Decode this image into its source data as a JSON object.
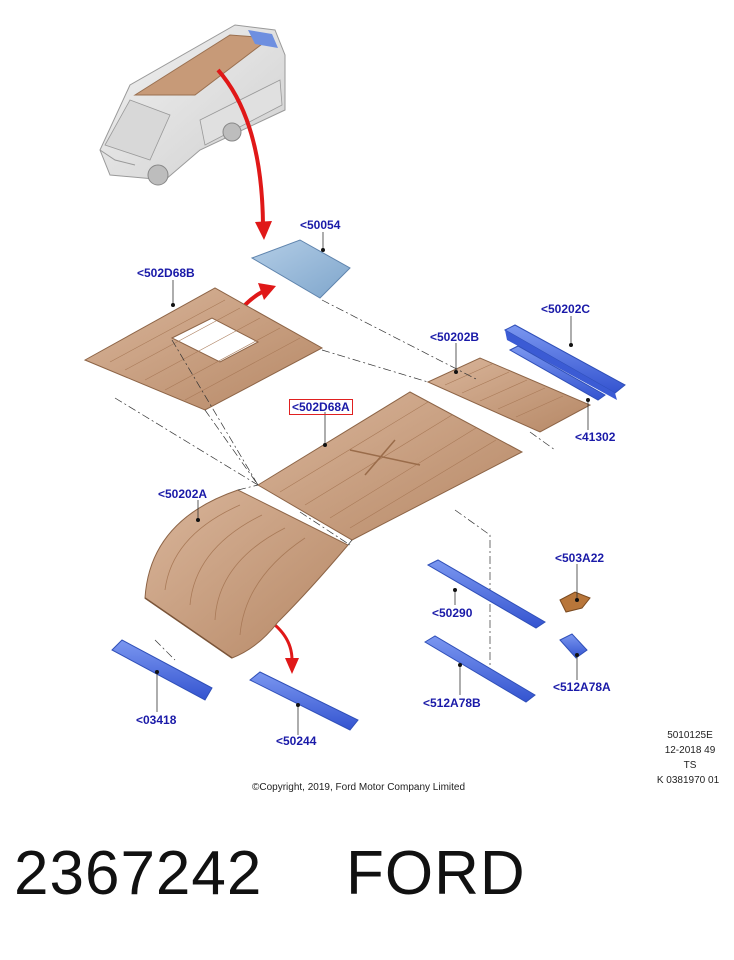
{
  "callouts": {
    "c50054": "<50054",
    "c502D68B": "<502D68B",
    "c50202C": "<50202C",
    "c50202B": "<50202B",
    "c502D68A": "<502D68A",
    "c41302": "<41302",
    "c50202A": "<50202A",
    "c503A22": "<503A22",
    "c50290": "<50290",
    "c512A78A": "<512A78A",
    "c512A78B": "<512A78B",
    "c03418": "<03418",
    "c50244": "<50244"
  },
  "copyright": "©Copyright, 2019, Ford Motor Company Limited",
  "ref": {
    "code": "5010125E",
    "date": "12-2018 49",
    "ts": "TS",
    "k": "K 0381970 01"
  },
  "part_number": "2367242",
  "brand": "FORD",
  "colors": {
    "callout_text": "#1a1aa8",
    "highlight_box": "#e02020",
    "panel": "#c8a082",
    "rail": "#4f6fe0",
    "glass": "#8fb4d6",
    "arrow": "#e01818",
    "bracket": "#b8763a"
  }
}
